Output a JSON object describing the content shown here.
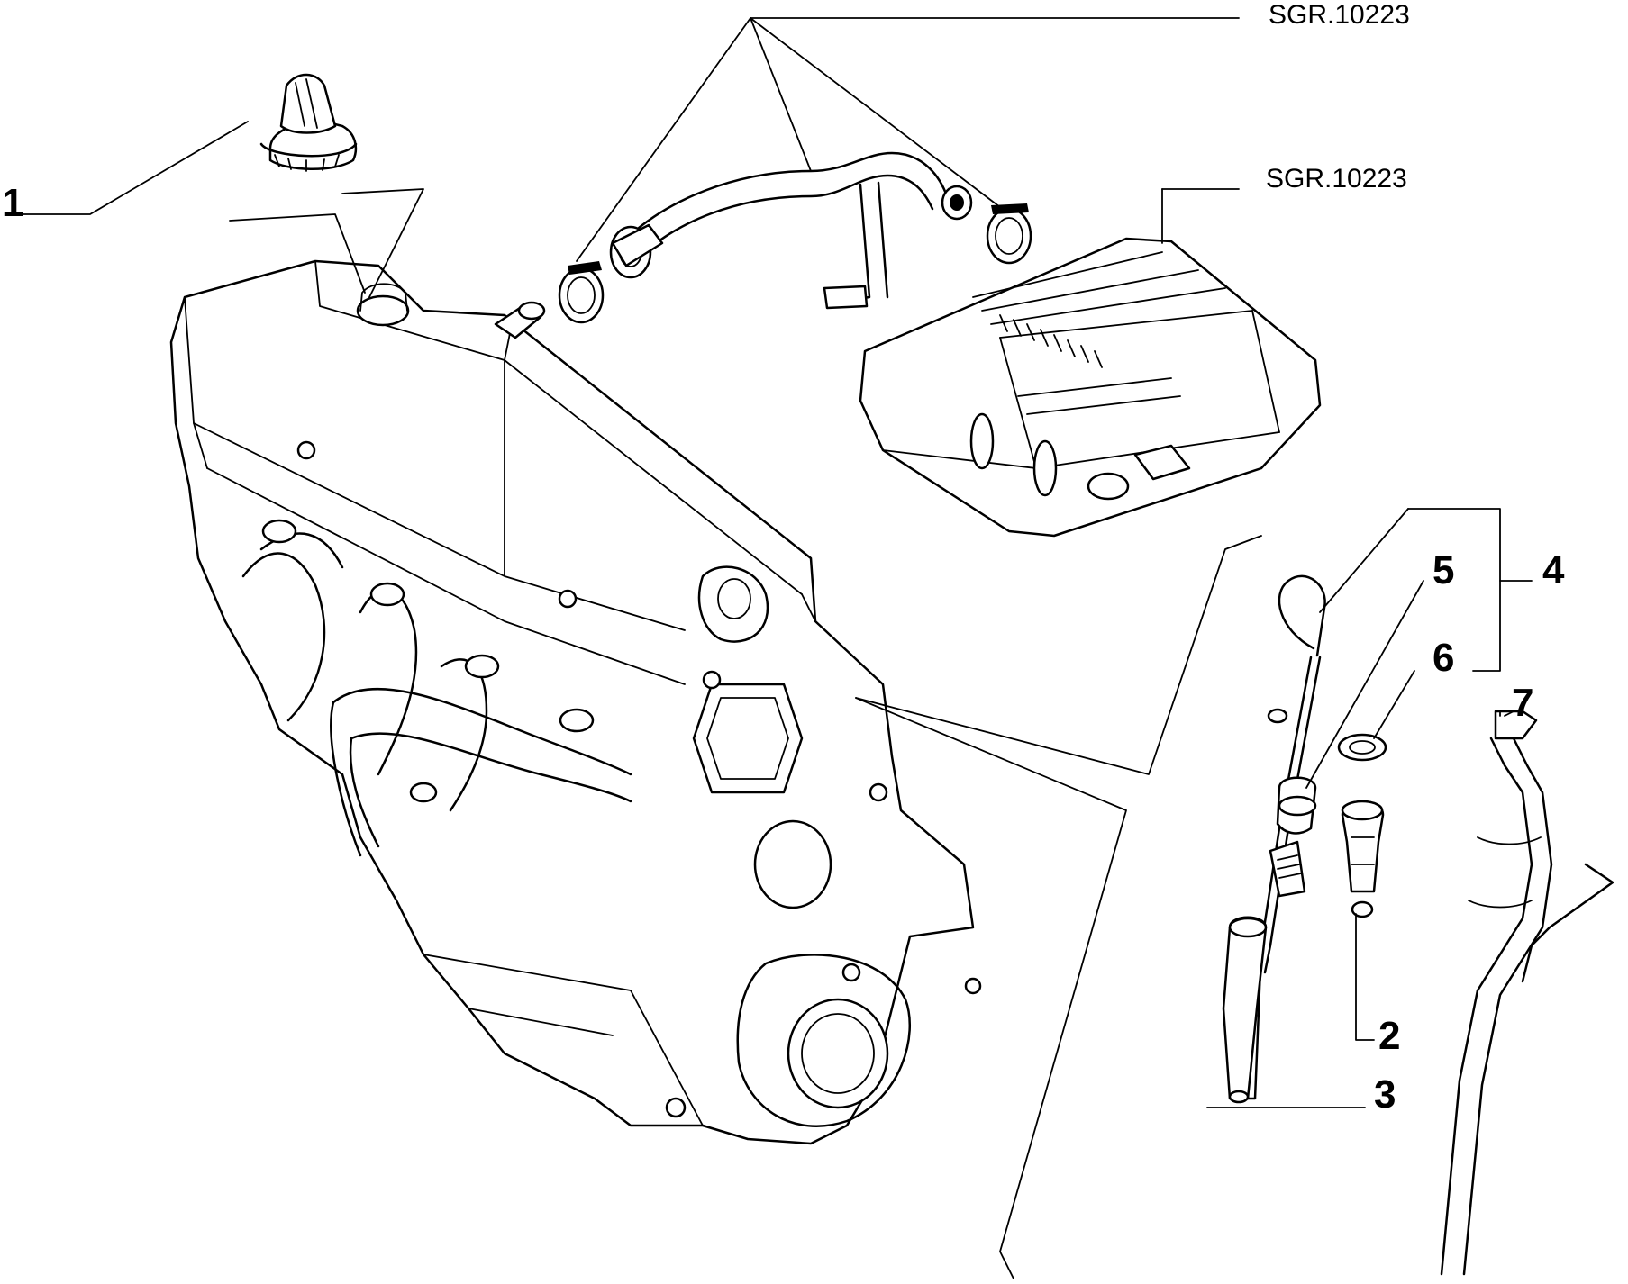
{
  "references": {
    "top": "SGR.10223",
    "cover": "SGR.10223"
  },
  "callouts": {
    "c1": "1",
    "c2": "2",
    "c3": "3",
    "c4": "4",
    "c5": "5",
    "c6": "6",
    "c7": "7"
  },
  "colors": {
    "line": "#000000",
    "background": "#ffffff"
  }
}
